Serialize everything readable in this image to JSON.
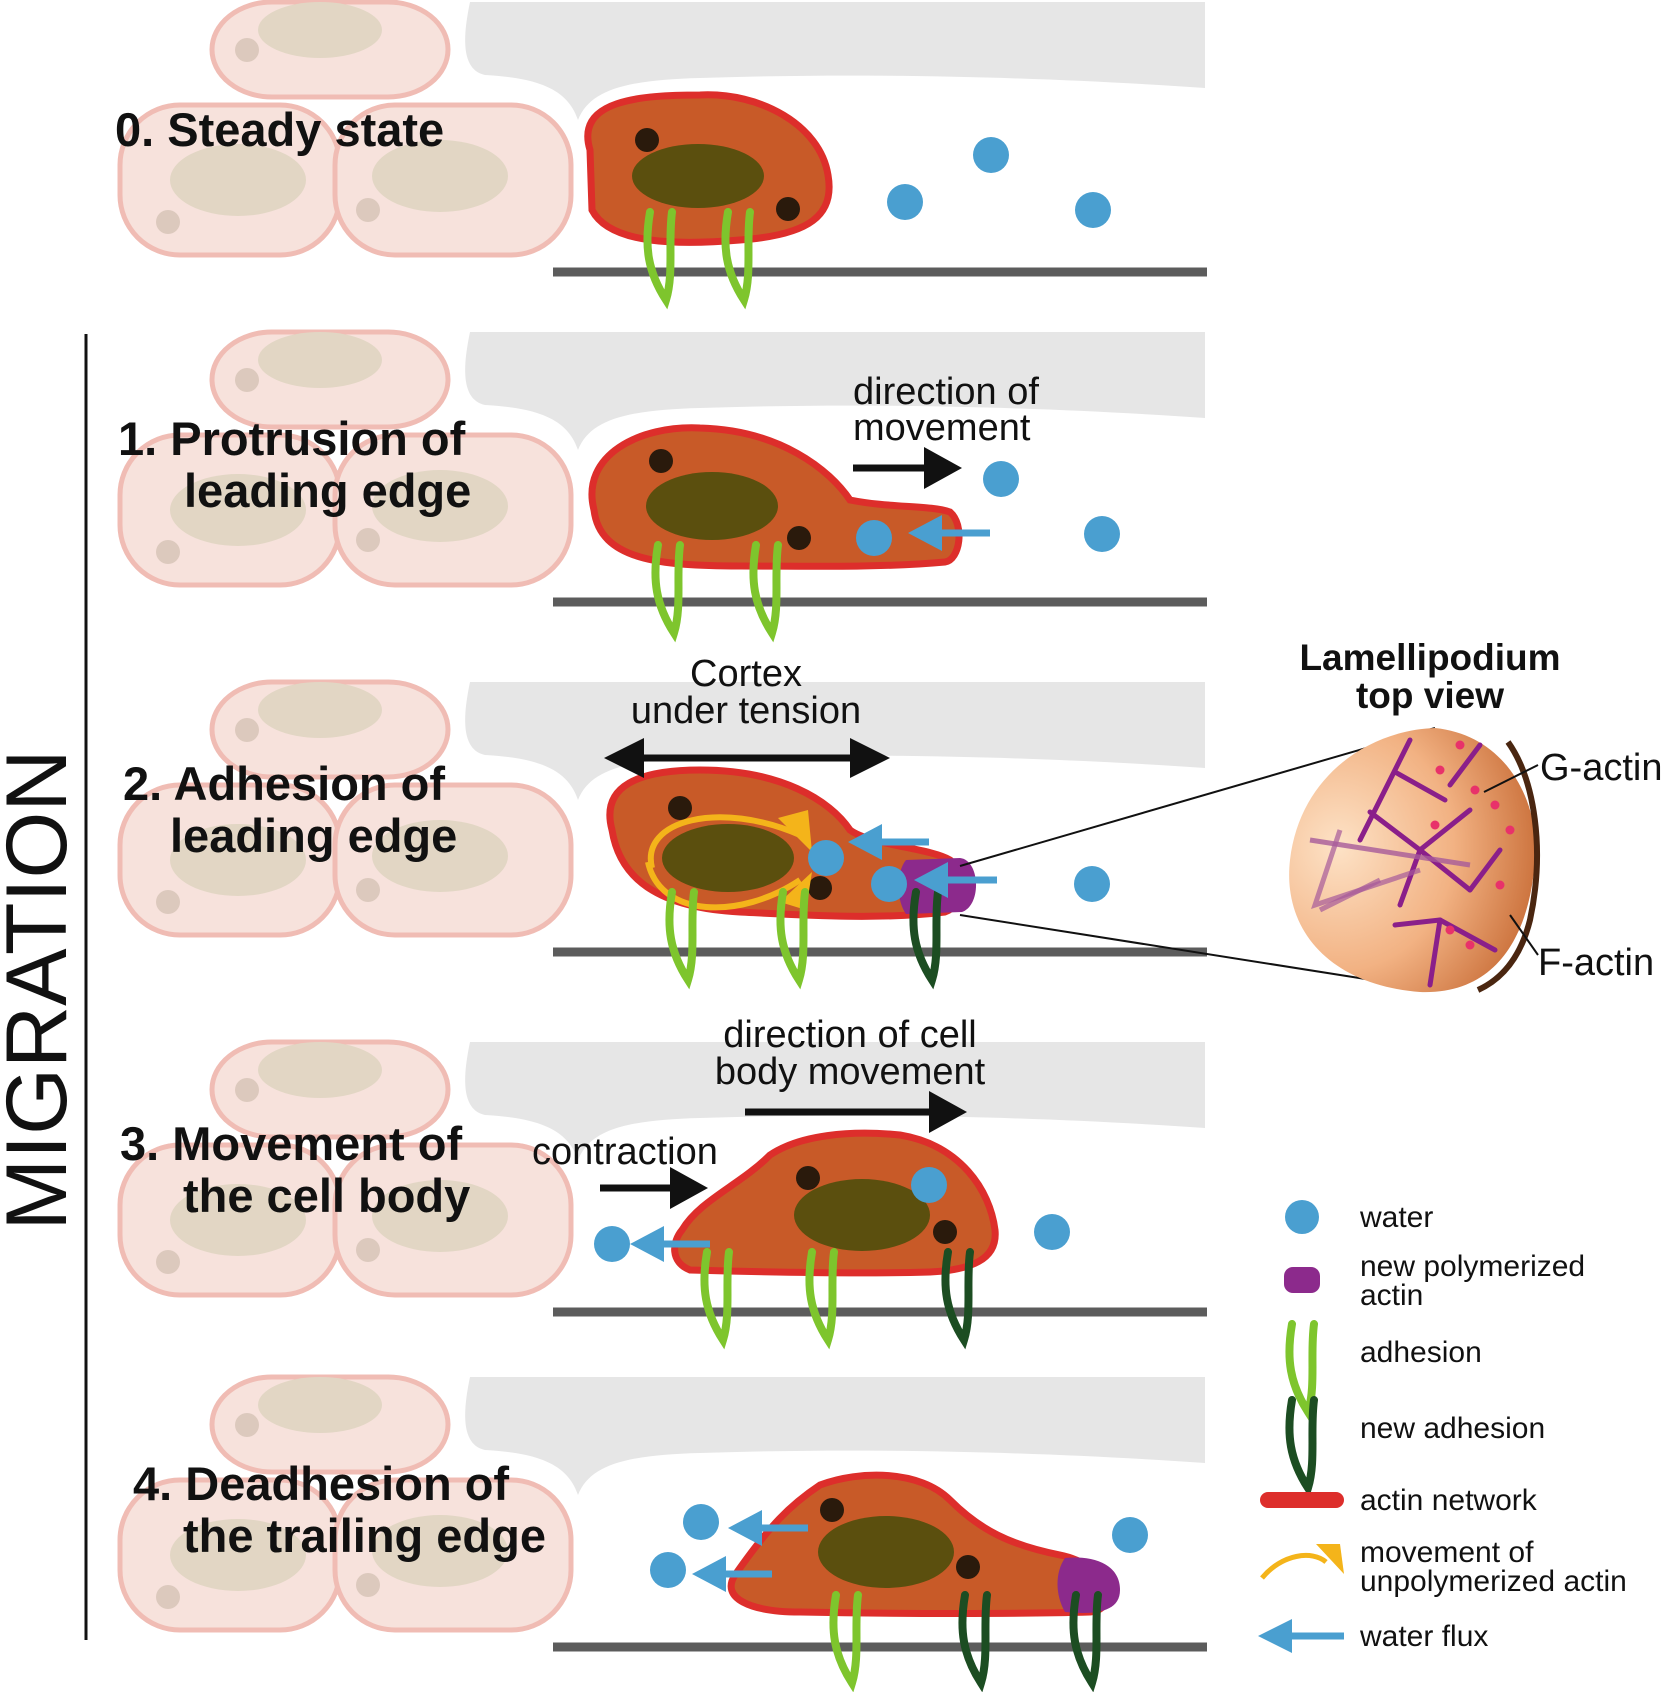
{
  "side_label": "MIGRATION",
  "stages": [
    {
      "lines": [
        "0. Steady state"
      ]
    },
    {
      "lines": [
        "1. Protrusion of",
        "leading edge"
      ]
    },
    {
      "lines": [
        "2. Adhesion of",
        "leading edge"
      ]
    },
    {
      "lines": [
        "3. Movement of",
        "the cell body"
      ]
    },
    {
      "lines": [
        "4. Deadhesion  of",
        "the trailing edge"
      ]
    }
  ],
  "annotations": {
    "direction_of_movement": [
      "direction of",
      "movement"
    ],
    "cortex_tension": [
      "Cortex",
      "under tension"
    ],
    "cell_body_movement": [
      "direction of cell",
      "body movement"
    ],
    "contraction": "contraction"
  },
  "lamellipodium": {
    "title": [
      "Lamellipodium",
      "top view"
    ],
    "g_actin": "G-actin",
    "f_actin": "F-actin"
  },
  "legend": [
    {
      "icon": "water-icon",
      "label": [
        "water"
      ]
    },
    {
      "icon": "new-polymerized-actin-icon",
      "label": [
        "new  polymerized",
        "actin"
      ]
    },
    {
      "icon": "adhesion-icon",
      "label": [
        "adhesion"
      ]
    },
    {
      "icon": "new-adhesion-icon",
      "label": [
        "new adhesion"
      ]
    },
    {
      "icon": "actin-network-icon",
      "label": [
        "actin network"
      ]
    },
    {
      "icon": "unpolymerized-actin-movement-icon",
      "label": [
        "movement of",
        "unpolymerized actin"
      ]
    },
    {
      "icon": "water-flux-icon",
      "label": [
        "water flux"
      ]
    }
  ],
  "colors": {
    "cell_fill": "#c85a28",
    "cell_outline": "#dd2e2b",
    "nucleus": "#5b4f0e",
    "water": "#4a9fd0",
    "adhesion": "#7ec52d",
    "new_adhesion": "#1c4d22",
    "polymerized_actin": "#8c2a8c",
    "actin_flow": "#f4b41a",
    "tissue_cell": "#f7e2dc",
    "tissue_outline": "#f0bcb4",
    "background_tissue": "#e6e6e6",
    "substrate": "#5c5c5c"
  }
}
